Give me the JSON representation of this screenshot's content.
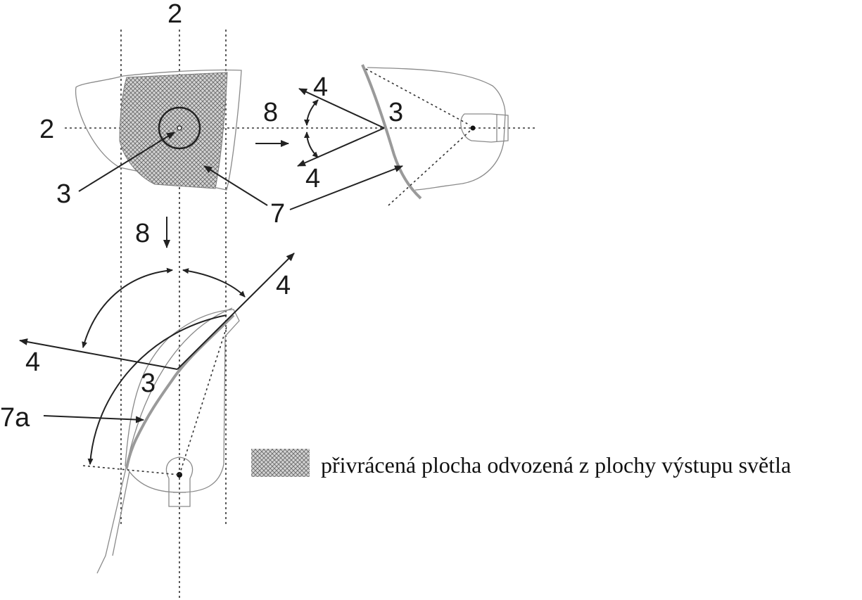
{
  "labels": {
    "top_two": "2",
    "left_two": "2",
    "top_three": "3",
    "top_seven": "7",
    "top_eight": "8",
    "right_four_upper": "4",
    "right_four_lower": "4",
    "right_three": "3",
    "bottom_eight": "8",
    "bottom_four_right": "4",
    "bottom_four_left": "4",
    "bottom_three": "3",
    "bottom_seven_a": "7a"
  },
  "legend": {
    "text": "přivrácená plocha odvozená z plochy výstupu světla"
  },
  "colors": {
    "hatch": "#6b6b6b",
    "line": "#222222",
    "outline": "#8a8a8a"
  }
}
